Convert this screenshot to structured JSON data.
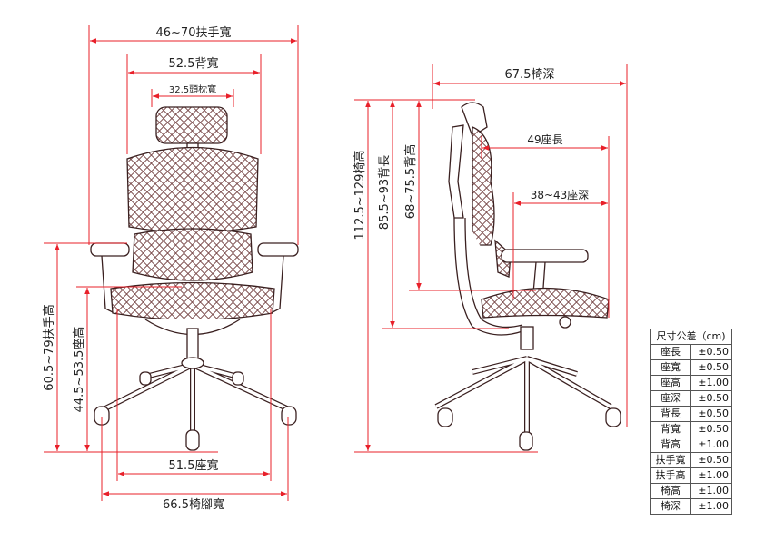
{
  "colors": {
    "dimension": "#e8202a",
    "outline": "#3a2020",
    "mesh": "#7a4a4a"
  },
  "front": {
    "armrest_width": "46~70扶手寬",
    "back_width": "52.5背寬",
    "headrest_width": "32.5頭枕寬",
    "armrest_height": "60.5~79扶手高",
    "seat_height": "44.5~53.5座高",
    "seat_width": "51.5座寬",
    "base_width": "66.5椅腳寬"
  },
  "side": {
    "chair_depth": "67.5椅深",
    "chair_height": "112.5~129椅高",
    "back_length": "85.5~93背長",
    "back_height": "68~75.5背高",
    "seat_length": "49座長",
    "seat_depth": "38~43座深"
  },
  "tolerance": {
    "header": "尺寸公差（cm)",
    "rows": [
      {
        "item": "座長",
        "value": "±0.50"
      },
      {
        "item": "座寬",
        "value": "±0.50"
      },
      {
        "item": "座高",
        "value": "±1.00"
      },
      {
        "item": "座深",
        "value": "±0.50"
      },
      {
        "item": "背長",
        "value": "±0.50"
      },
      {
        "item": "背寬",
        "value": "±0.50"
      },
      {
        "item": "背高",
        "value": "±1.00"
      },
      {
        "item": "扶手寬",
        "value": "±0.50"
      },
      {
        "item": "扶手高",
        "value": "±1.00"
      },
      {
        "item": "椅高",
        "value": "±1.00"
      },
      {
        "item": "椅深",
        "value": "±1.00"
      }
    ]
  }
}
